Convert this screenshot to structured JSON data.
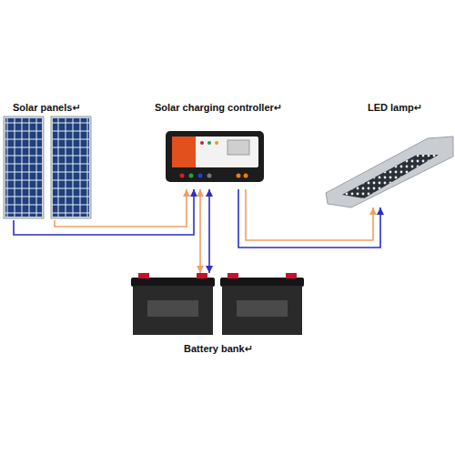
{
  "diagram": {
    "nodes": [
      {
        "text": [
          "Solar panels↵"
        ]
      },
      {
        "text": [
          "Solar charging controller↵"
        ]
      },
      {
        "text": [
          "LED lamp↵"
        ]
      },
      {
        "text": [
          "Battery bank↵"
        ]
      }
    ],
    "edges": [
      {
        "from": 0,
        "to": 1,
        "arrow": "to"
      },
      {
        "from": 1,
        "to": 3,
        "arrow": "both"
      },
      {
        "from": 1,
        "to": 2,
        "arrow": "to"
      }
    ]
  }
}
